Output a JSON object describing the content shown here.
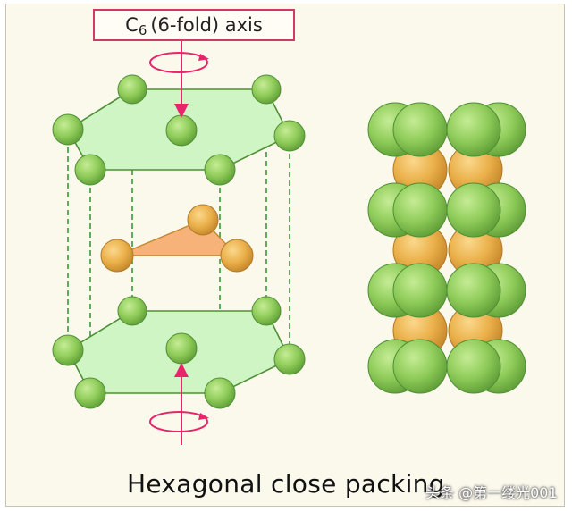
{
  "axis_label": {
    "main": "C",
    "subscript": "6",
    "rest": "(6-fold) axis"
  },
  "caption": "Hexagonal close packing",
  "watermark": "头条 @第一缕光001",
  "colors": {
    "atom_green": "#8fcc5a",
    "atom_orange": "#eab04a",
    "layer_plane": "#cff5c4",
    "middle_plane": "#f7b27a",
    "axis_arrow": "#e8246a",
    "dashed_line": "#3a9a3a"
  }
}
